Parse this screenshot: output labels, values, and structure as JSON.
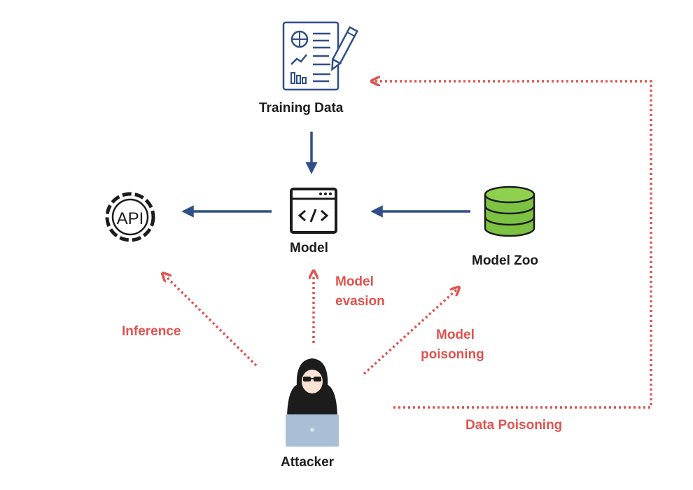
{
  "nodes": {
    "training_data": "Training Data",
    "model": "Model",
    "model_zoo": "Model Zoo",
    "attacker": "Attacker"
  },
  "attacks": {
    "inference": "Inference",
    "model_evasion_line1": "Model",
    "model_evasion_line2": "evasion",
    "model_poisoning_line1": "Model",
    "model_poisoning_line2": "poisoning",
    "data_poisoning": "Data Poisoning"
  },
  "icons": {
    "training_data": "document-chart-pencil-icon",
    "api": "api-gear-icon",
    "model": "code-window-icon",
    "model_zoo": "database-icon",
    "attacker": "hooded-hacker-laptop-icon"
  },
  "colors": {
    "flow_arrow": "#2f4f86",
    "attack_arrow": "#e0534f",
    "database_green": "#7dc242",
    "icon_blue": "#2f4f86",
    "text_dark": "#1c1c1c"
  }
}
